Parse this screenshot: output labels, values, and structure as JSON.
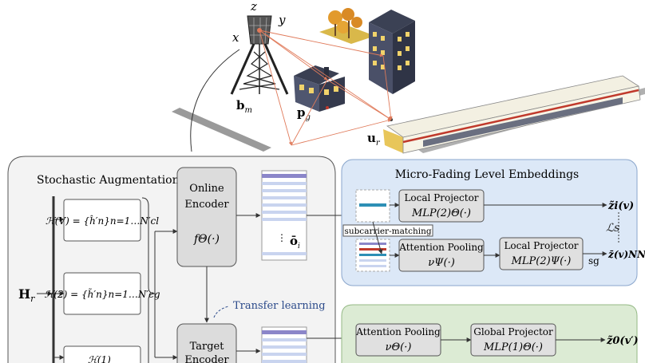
{
  "scene": {
    "axis_z": "z",
    "axis_y": "y",
    "axis_x": "x",
    "bm_label": "b",
    "bm_sub": "m",
    "pg_label": "p",
    "pg_sub": "g",
    "ur_label": "u",
    "ur_sub": "r"
  },
  "augment": {
    "title": "Stochastic Augmentations",
    "input_label": "H",
    "input_sub": "r",
    "aug_v": "ℋ(V) = {ĥ′n}n=1…N′cl",
    "aug_2": "ℋ(2) = {h̃′n}n=1…N′cg",
    "aug_1": "ℋ(1)"
  },
  "encoders": {
    "online_line1": "Online",
    "online_line2": "Encoder",
    "online_func": "fΘ(·)",
    "target_line1": "Target",
    "target_line2": "Encoder",
    "transfer": "Transfer learning",
    "obar": "ō",
    "obar_sub": "i"
  },
  "micro": {
    "title": "Micro-Fading Level Embeddings",
    "local_proj_1": "Local Projector",
    "mlp_theta2": "MLP(2)Θ(·)",
    "subcarrier": "subcarrier-matching",
    "attn_pool_psi": "Attention Pooling",
    "nu_psi": "νΨ(·)",
    "local_proj_2": "Local Projector",
    "mlp_psi2": "MLP(2)Ψ(·)",
    "z_i": "z̃i(v)",
    "loss": "ℒs",
    "sg": "sg",
    "z_nn": "z̄(v)NNi"
  },
  "global": {
    "attn_pool_theta": "Attention Pooling",
    "nu_theta": "νΘ(·)",
    "global_proj": "Global Projector",
    "mlp_theta1": "MLP(1)Θ(·)",
    "z0": "z̃0(v′)"
  },
  "colors": {
    "blue_panel": "#dce8f7",
    "green_panel": "#dcebd4",
    "box_grey": "#e0e0e0",
    "emb_purple": "#8b86c9",
    "emb_blue": "#c9d4ef",
    "red_ray": "#e07a5a",
    "teal_bar": "#2d8fb5"
  }
}
